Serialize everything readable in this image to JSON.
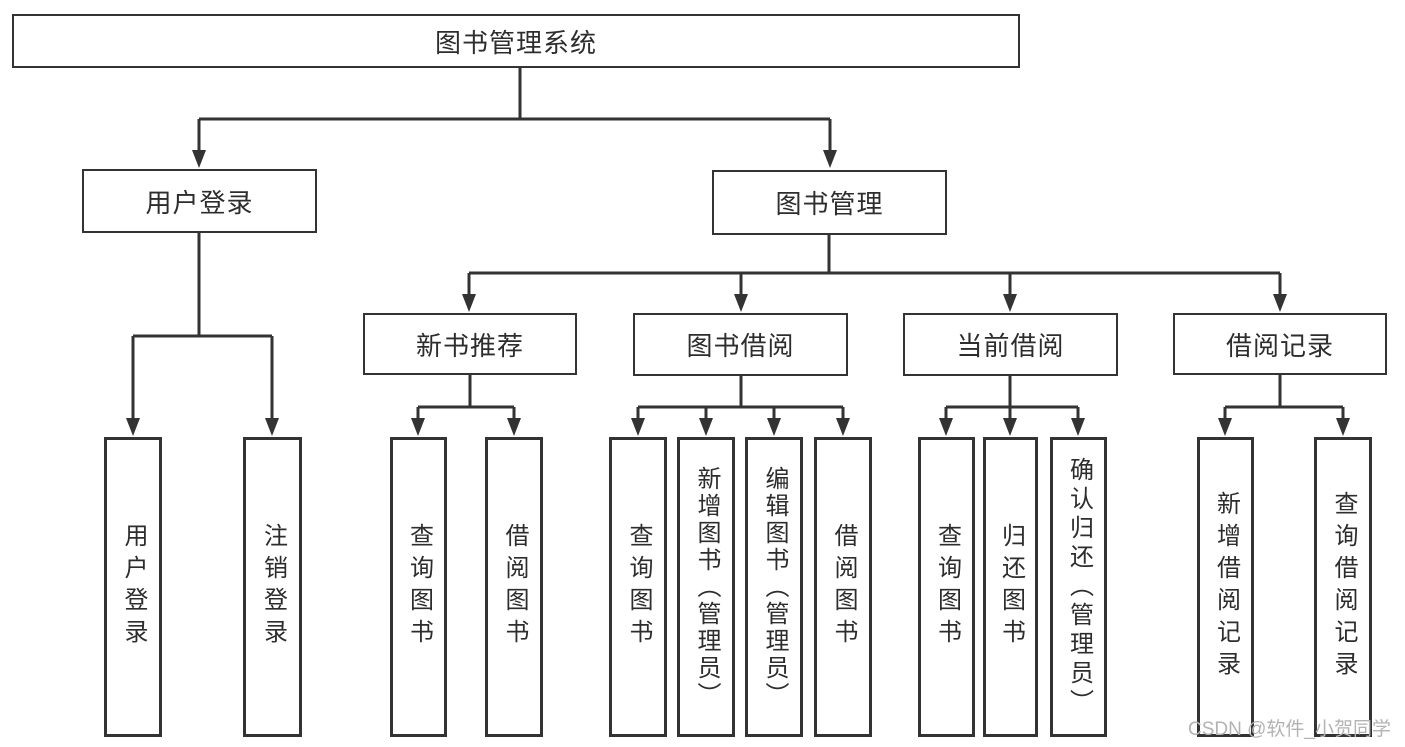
{
  "tree": {
    "root": {
      "label": "图书管理系统"
    },
    "branches": [
      {
        "label": "用户登录",
        "children": [
          {
            "label": "用户登录"
          },
          {
            "label": "注销登录"
          }
        ]
      },
      {
        "label": "图书管理",
        "sections": [
          {
            "label": "新书推荐",
            "children": [
              {
                "label": "查询图书"
              },
              {
                "label": "借阅图书"
              }
            ]
          },
          {
            "label": "图书借阅",
            "children": [
              {
                "label": "查询图书"
              },
              {
                "label": "新增图书（管理员）"
              },
              {
                "label": "编辑图书（管理员）"
              },
              {
                "label": "借阅图书"
              }
            ]
          },
          {
            "label": "当前借阅",
            "children": [
              {
                "label": "查询图书"
              },
              {
                "label": "归还图书"
              },
              {
                "label": "确认归还（管理员）"
              }
            ]
          },
          {
            "label": "借阅记录",
            "children": [
              {
                "label": "新增借阅记录"
              },
              {
                "label": "查询借阅记录"
              }
            ]
          }
        ]
      }
    ]
  },
  "watermark": {
    "text": "CSDN @软件_小贺同学"
  },
  "colors": {
    "line": "#333333",
    "text": "#2d2d2d",
    "watermark": "#b3b3b3",
    "background": "#ffffff"
  }
}
